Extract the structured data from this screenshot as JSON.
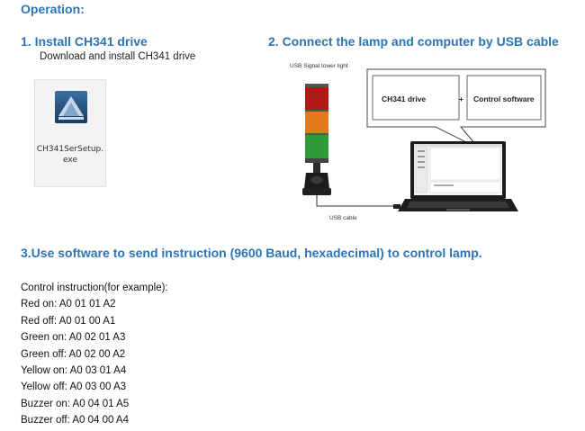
{
  "heading": "Operation:",
  "step1": {
    "title": "1.  Install CH341 drive",
    "description": "Download and install CH341 drive",
    "file_name_line1": "CH341SerSetup.",
    "file_name_line2": "exe",
    "file_icon": "installer-icon"
  },
  "step2": {
    "title": "2. Connect the lamp and computer by USB cable",
    "diagram": {
      "tower_label": "USB Signal tower light",
      "usb_label": "USB cable",
      "drive_label": "CH341 drive",
      "plus": "+",
      "software_label": "Control software",
      "tower_colors": [
        "#b11a14",
        "#e07a1c",
        "#2e9a38"
      ]
    }
  },
  "step3": {
    "title": "3.Use software to send instruction (9600 Baud, hexadecimal) to control lamp."
  },
  "instructions": {
    "intro": "Control instruction(for example):",
    "items": [
      "Red on: A0 01 01 A2",
      "Red off: A0 01 00 A1",
      "Green on: A0 02 01 A3",
      "Green off: A0 02 00 A2",
      "Yellow on: A0 03 01 A4",
      "Yellow off: A0 03 00 A3",
      "Buzzer on: A0 04 01 A5",
      "Buzzer off: A0 04 00 A4"
    ]
  }
}
